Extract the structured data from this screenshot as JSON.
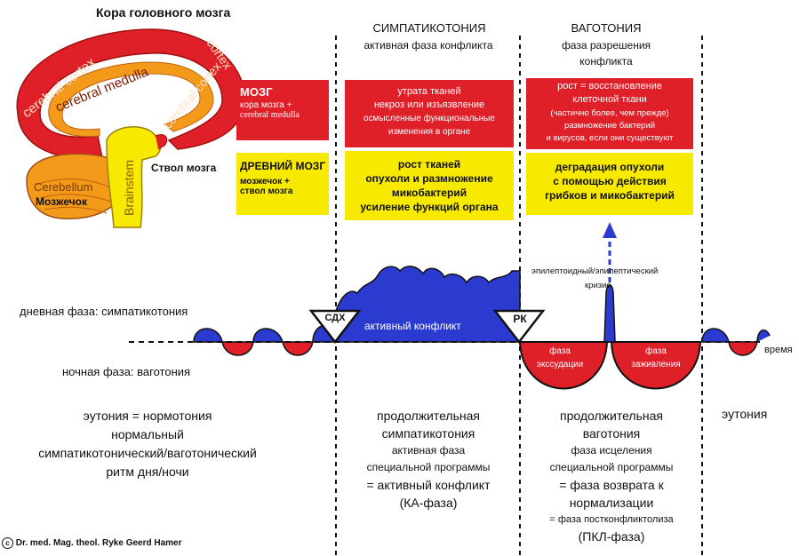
{
  "brain": {
    "title": "Кора головного мозга",
    "cortex_left": "cerebral cortex",
    "cortex_right_top": "cortex",
    "cortex_right": "cerebral cortex",
    "medulla": "cerebral medulla",
    "brainstem": "Brainstem",
    "brainstem_ru": "Ствол мозга",
    "cerebellum": "Cerebellum",
    "cerebellum_ru": "Мозжечок"
  },
  "legend": {
    "brain_title": "МОЗГ",
    "brain_desc_1": "кора мозга +",
    "brain_desc_2": "cerebral medulla",
    "old_title": "ДРЕВНИЙ МОЗГ",
    "old_desc_1": "мозжечок +",
    "old_desc_2": "ствол мозга"
  },
  "sympathicotonia": {
    "title": "СИМПАТИКОТОНИЯ",
    "subtitle": "активная фаза конфликта",
    "red_lines": [
      "утрата тканей",
      "некроз или изъязвление",
      "осмысленные функциональные",
      "изменения в органе"
    ],
    "yellow_lines": [
      "рост тканей",
      "опухоли и размножение",
      "микобактерий",
      "усиление функций органа"
    ]
  },
  "vagotonia": {
    "title": "ВАГОТОНИЯ",
    "subtitle_1": "фаза разрешения",
    "subtitle_2": "конфликта",
    "red_lines": [
      "рост = восстановление",
      "клеточной ткани",
      "(частично более, чем прежде)",
      "размножение бактерий",
      "и вирусов, если они существуют"
    ],
    "yellow_lines": [
      "деградация опухоли",
      "с помощью действия",
      "грибков и микобактерий"
    ]
  },
  "graph": {
    "crisis_1": "эпилептоидный/эпилептический",
    "crisis_2": "кризис",
    "day_phase": "дневная фаза: симпатикотония",
    "night_phase": "ночная фаза: ваготония",
    "cdx": "СДХ",
    "pk": "РК",
    "active_conflict": "активный конфликт",
    "exudation_1": "фаза",
    "exudation_2": "экссудации",
    "healing_1": "фаза",
    "healing_2": "заживления",
    "time": "время"
  },
  "bottom": {
    "eutonia_lines": [
      "эутония = нормотония",
      "нормальный",
      "симпатикотонический/ваготонический",
      "ритм дня/ночи"
    ],
    "prolonged_symp_lines": [
      "продолжительная",
      "симпатикотония"
    ],
    "prolonged_symp_small": [
      "активная фаза",
      "специальной программы"
    ],
    "prolonged_symp_end": [
      "= активный конфликт",
      "(КА-фаза)"
    ],
    "prolonged_vago_lines": [
      "продолжительная",
      "ваготония"
    ],
    "prolonged_vago_small": [
      "фаза исцеления",
      "специальной программы"
    ],
    "prolonged_vago_end": [
      "= фаза возврата к",
      "нормализации"
    ],
    "prolonged_vago_small_end": [
      "= фаза постконфликтолиза"
    ],
    "prolonged_vago_final": [
      "(ПКЛ-фаза)"
    ],
    "eutonia_right": "эутония"
  },
  "copyright": "Dr. med. Mag. theol. Ryke Geerd Hamer",
  "colors": {
    "red": "#e02028",
    "yellow": "#f7ea00",
    "blue": "#2b3bd0",
    "orange": "#f39a1a"
  }
}
